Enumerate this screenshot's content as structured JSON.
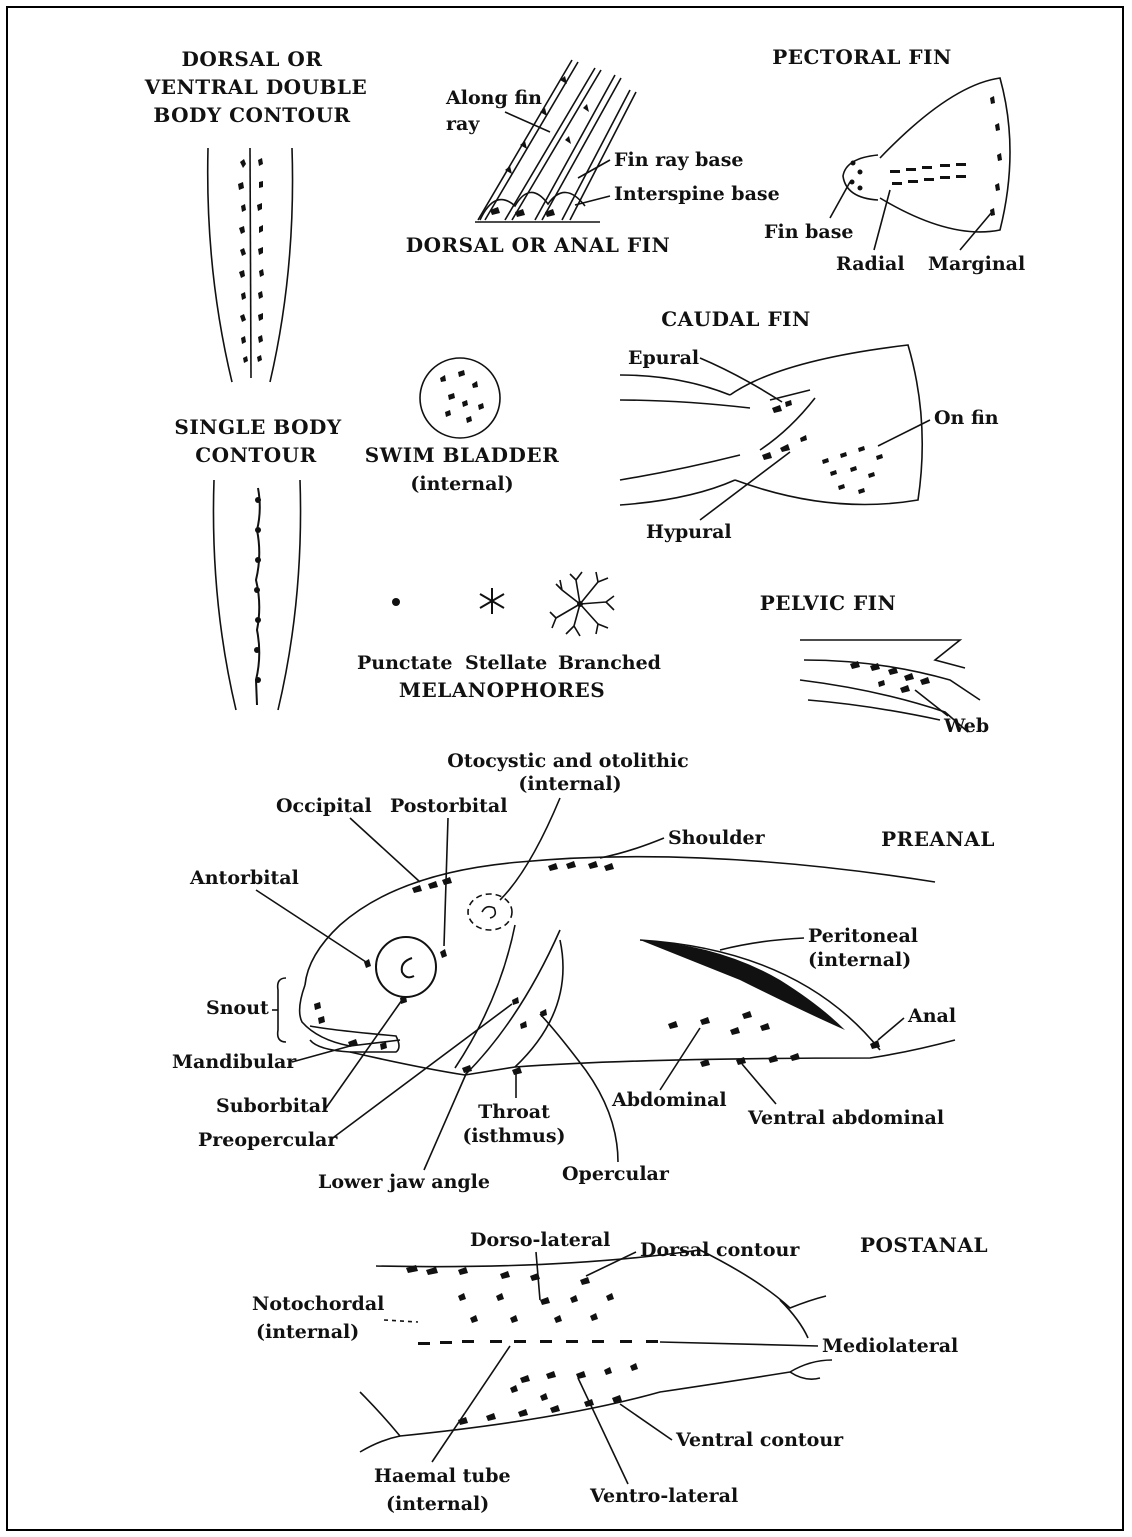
{
  "body_contour": {
    "double_title": [
      "DORSAL OR",
      "VENTRAL DOUBLE",
      "BODY CONTOUR"
    ],
    "single_title": [
      "SINGLE BODY",
      "CONTOUR"
    ]
  },
  "dorsal_anal_fin": {
    "title": "DORSAL OR ANAL FIN",
    "labels": {
      "along_fin_ray": [
        "Along fin",
        "ray"
      ],
      "fin_ray_base": "Fin ray base",
      "interspine_base": "Interspine base"
    }
  },
  "pectoral_fin": {
    "title": "PECTORAL FIN",
    "labels": {
      "fin_base": "Fin base",
      "radial": "Radial",
      "marginal": "Marginal"
    }
  },
  "caudal_fin": {
    "title": "CAUDAL FIN",
    "labels": {
      "epural": "Epural",
      "on_fin": "On fin",
      "hypural": "Hypural"
    }
  },
  "swim_bladder": {
    "title": "SWIM BLADDER",
    "note": "(internal)"
  },
  "melanophores": {
    "types": [
      "Punctate",
      "Stellate",
      "Branched"
    ],
    "title": "MELANOPHORES"
  },
  "pelvic_fin": {
    "title": "PELVIC FIN",
    "labels": {
      "web": "Web"
    }
  },
  "preanal": {
    "title": "PREANAL",
    "labels": {
      "otocystic": [
        "Otocystic and otolithic",
        "(internal)"
      ],
      "occipital": "Occipital",
      "postorbital": "Postorbital",
      "shoulder": "Shoulder",
      "antorbital": "Antorbital",
      "peritoneal": [
        "Peritoneal",
        "(internal)"
      ],
      "snout": "Snout",
      "anal": "Anal",
      "mandibular": "Mandibular",
      "abdominal": "Abdominal",
      "ventral_abdominal": "Ventral abdominal",
      "suborbital": "Suborbital",
      "throat": [
        "Throat",
        "(isthmus)"
      ],
      "preopercular": "Preopercular",
      "lower_jaw_angle": "Lower jaw angle",
      "opercular": "Opercular"
    }
  },
  "postanal": {
    "title": "POSTANAL",
    "labels": {
      "dorso_lateral": "Dorso-lateral",
      "dorsal_contour": "Dorsal contour",
      "notochordal": [
        "Notochordal",
        "(internal)"
      ],
      "mediolateral": "Mediolateral",
      "ventral_contour": "Ventral contour",
      "haemal_tube": [
        "Haemal tube",
        "(internal)"
      ],
      "ventro_lateral": "Ventro-lateral"
    }
  }
}
